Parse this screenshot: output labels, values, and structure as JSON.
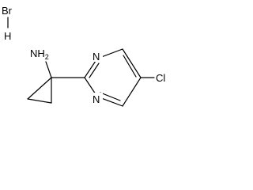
{
  "structure": {
    "salt_symbol": "Br",
    "salt_hydrogen": "H",
    "amine_label": "NH",
    "amine_hydrogen_count": "2",
    "ring_nitrogen_top": "N",
    "ring_nitrogen_bottom": "N",
    "substituent": "Cl"
  }
}
